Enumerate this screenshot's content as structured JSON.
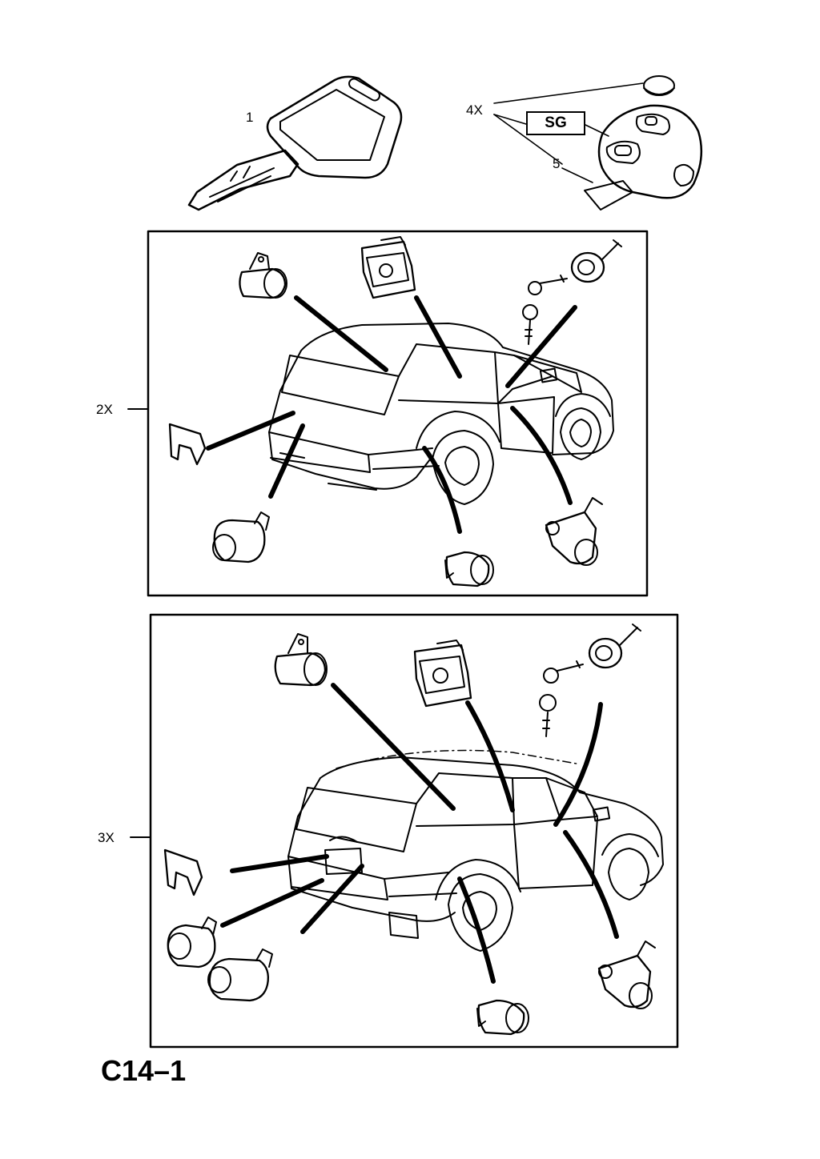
{
  "labels": {
    "key": "1",
    "battery_qty": "4X",
    "remote": "5",
    "variant_a_qty": "2X",
    "variant_b_qty": "3X",
    "sg": "SG"
  },
  "footer": {
    "code": "C14–1"
  }
}
